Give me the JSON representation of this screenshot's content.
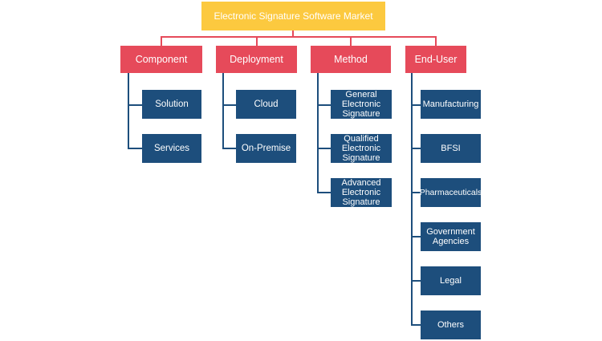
{
  "title": "Electronic Signature Software Market",
  "categories": [
    {
      "label": "Component",
      "children": [
        "Solution",
        "Services"
      ]
    },
    {
      "label": "Deployment",
      "children": [
        "Cloud",
        "On-Premise"
      ]
    },
    {
      "label": "Method",
      "children": [
        "General Electronic Signature",
        "Qualified Electronic Signature",
        "Advanced Electronic Signature"
      ]
    },
    {
      "label": "End-User",
      "children": [
        "Manufacturing",
        "BFSI",
        "Pharmaceuticals",
        "Government Agencies",
        "Legal",
        "Others"
      ]
    }
  ],
  "colors": {
    "root": "#fcc93f",
    "category": "#e64a5a",
    "leaf": "#1d4e7c"
  }
}
